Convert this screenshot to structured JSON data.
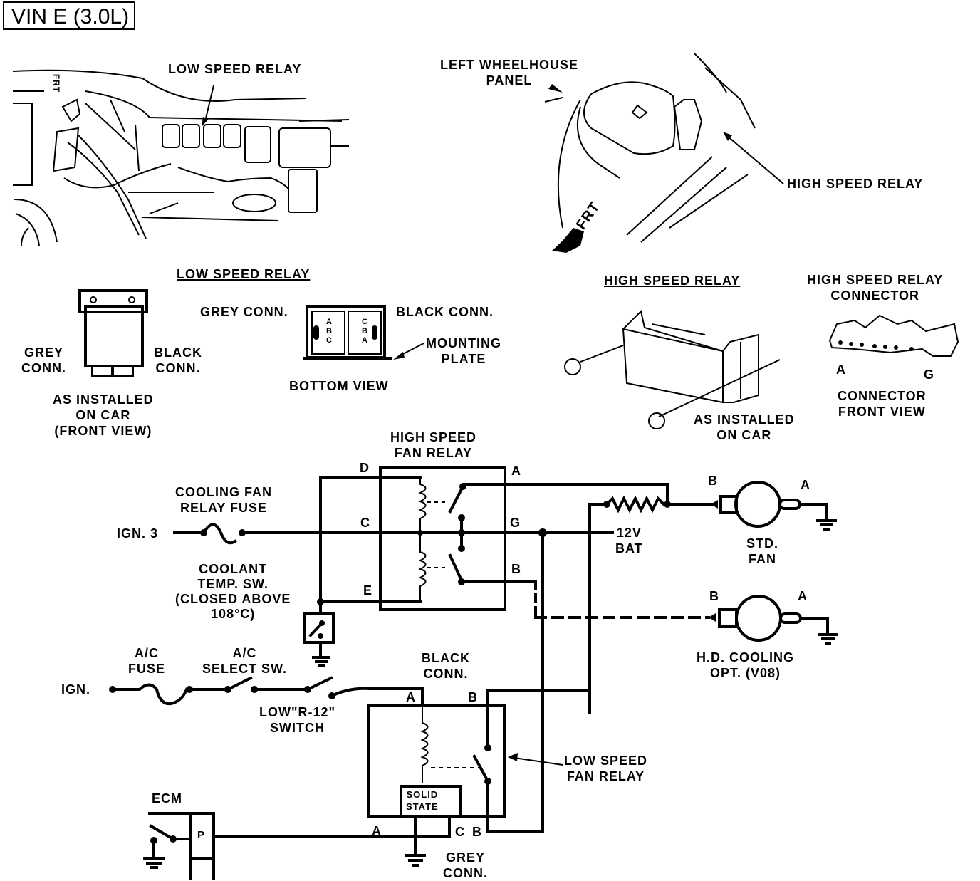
{
  "title": "VIN E (3.0L)",
  "illustrations": {
    "engine_bay_left": {
      "callout": "LOW SPEED RELAY",
      "direction_marker": "FRT"
    },
    "wheelhouse": {
      "callout_panel": "LEFT WHEELHOUSE\nPANEL",
      "callout_relay": "HIGH SPEED RELAY",
      "direction_marker": "FRT"
    }
  },
  "low_speed_relay_detail": {
    "heading": "LOW SPEED RELAY",
    "front_view": {
      "left_label": "GREY\nCONN.",
      "right_label": "BLACK\nCONN.",
      "caption": "AS INSTALLED\nON CAR\n(FRONT VIEW)"
    },
    "bottom_view": {
      "left_label": "GREY CONN.",
      "right_label": "BLACK CONN.",
      "plate_label": "MOUNTING\nPLATE",
      "caption": "BOTTOM VIEW",
      "grey_pins": [
        "A",
        "B",
        "C"
      ],
      "black_pins": [
        "C",
        "B",
        "A"
      ]
    }
  },
  "high_speed_relay_detail": {
    "heading": "HIGH SPEED RELAY",
    "caption": "AS INSTALLED\nON CAR",
    "connector": {
      "heading": "HIGH SPEED RELAY\nCONNECTOR",
      "pin_first": "A",
      "pin_last": "G",
      "caption": "CONNECTOR\nFRONT VIEW"
    }
  },
  "schematic": {
    "high_speed_fan_relay": {
      "label": "HIGH SPEED\nFAN RELAY",
      "pins": {
        "D": "D",
        "C": "C",
        "E": "E",
        "A": "A",
        "G": "G",
        "B": "B"
      }
    },
    "cooling_fan_relay_fuse": "COOLING FAN\nRELAY FUSE",
    "ign3": "IGN. 3",
    "coolant_temp_switch": "COOLANT\nTEMP. SW.\n(CLOSED ABOVE\n108°C)",
    "battery": "12V\nBAT",
    "std_fan": {
      "label": "STD.\nFAN",
      "pin_b": "B",
      "pin_a": "A"
    },
    "hd_fan": {
      "label": "H.D. COOLING\nOPT. (V08)",
      "pin_b": "B",
      "pin_a": "A"
    },
    "ac_fuse": "A/C\nFUSE",
    "ac_select_switch": "A/C\nSELECT SW.",
    "ign": "IGN.",
    "low_r12_switch": "LOW\"R-12\"\nSWITCH",
    "black_conn": "BLACK\nCONN.",
    "low_speed_fan_relay": {
      "label": "LOW SPEED\nFAN RELAY",
      "solid_state": "SOLID\nSTATE",
      "pin_top_a": "A",
      "pin_top_b": "B",
      "pin_bot_a": "A",
      "pin_bot_c": "C",
      "pin_bot_b": "B"
    },
    "grey_conn": "GREY\nCONN.",
    "ecm": {
      "label": "ECM",
      "pin": "P"
    }
  }
}
